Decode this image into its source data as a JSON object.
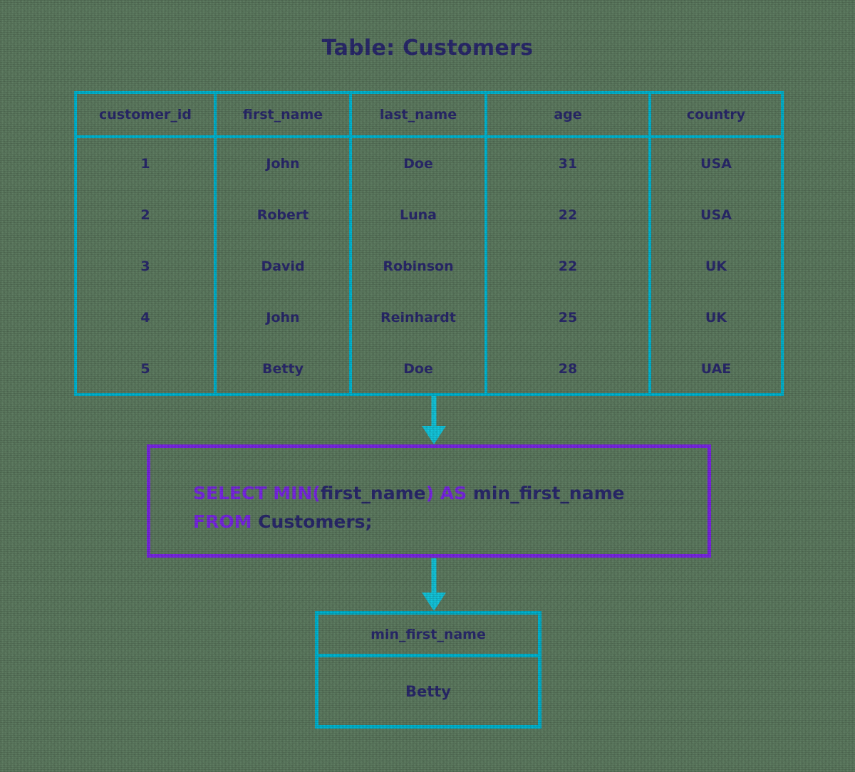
{
  "title": "Table: Customers",
  "colors": {
    "background": "#5f7d62",
    "table_border": "#00b8d4",
    "arrow": "#14c8de",
    "sql_box_border": "#7c28e8",
    "keyword": "#7c28e8",
    "identifier": "#2b2a6e",
    "text": "#2b2a6e"
  },
  "customers_table": {
    "columns": [
      "customer_id",
      "first_name",
      "last_name",
      "age",
      "country"
    ],
    "rows": [
      [
        "1",
        "John",
        "Doe",
        "31",
        "USA"
      ],
      [
        "2",
        "Robert",
        "Luna",
        "22",
        "USA"
      ],
      [
        "3",
        "David",
        "Robinson",
        "22",
        "UK"
      ],
      [
        "4",
        "John",
        "Reinhardt",
        "25",
        "UK"
      ],
      [
        "5",
        "Betty",
        "Doe",
        "28",
        "UAE"
      ]
    ]
  },
  "sql": {
    "line1": {
      "kw1": "SELECT MIN(",
      "id1": "first_name",
      "kw2": ") AS ",
      "id2": "min_first_name"
    },
    "line2": {
      "kw1": "FROM ",
      "id1": "Customers;"
    },
    "full_text": "SELECT MIN(first_name) AS min_first_name FROM Customers;"
  },
  "result_table": {
    "column": "min_first_name",
    "value": "Betty"
  }
}
